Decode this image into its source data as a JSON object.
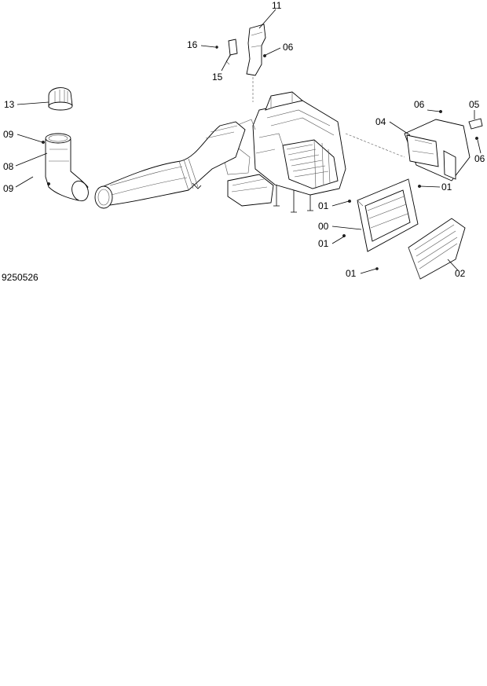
{
  "drawing_number": "9250526",
  "callouts": {
    "c11": "11",
    "c16": "16",
    "c06_top": "06",
    "c15": "15",
    "c13": "13",
    "c09_upper": "09",
    "c08": "08",
    "c09_lower": "09",
    "c06_right": "06",
    "c05": "05",
    "c04": "04",
    "c06_right_low": "06",
    "c01_right": "01",
    "c01_upper_left": "01",
    "c00": "00",
    "c01_lower_left": "01",
    "c01_bottom": "01",
    "c02": "02"
  }
}
